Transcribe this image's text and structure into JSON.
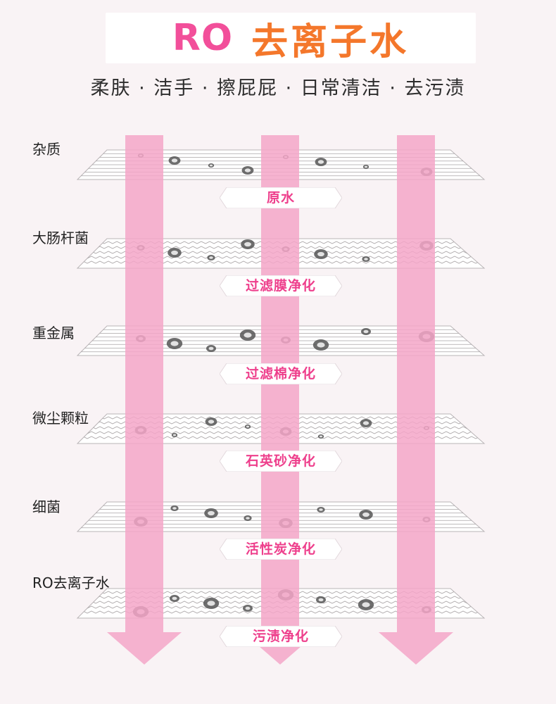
{
  "header": {
    "title_ro": "RO",
    "title_cn": "去离子水",
    "subtitle": "柔肤 · 洁手 · 擦屁屁 · 日常清洁 · 去污渍"
  },
  "colors": {
    "title_ro": "#f24f9a",
    "title_cn": "#f4772b",
    "arrow": "#f5a6c8",
    "badge_text": "#ee3f8c"
  },
  "layers": [
    {
      "label": "杂质",
      "stage": "原水"
    },
    {
      "label": "大肠杆菌",
      "stage": "过滤膜净化"
    },
    {
      "label": "重金属",
      "stage": "过滤棉净化"
    },
    {
      "label": "微尘颗粒",
      "stage": "石英砂净化"
    },
    {
      "label": "细菌",
      "stage": "活性炭净化"
    },
    {
      "label": "RO去离子水",
      "stage": "污渍净化"
    }
  ]
}
